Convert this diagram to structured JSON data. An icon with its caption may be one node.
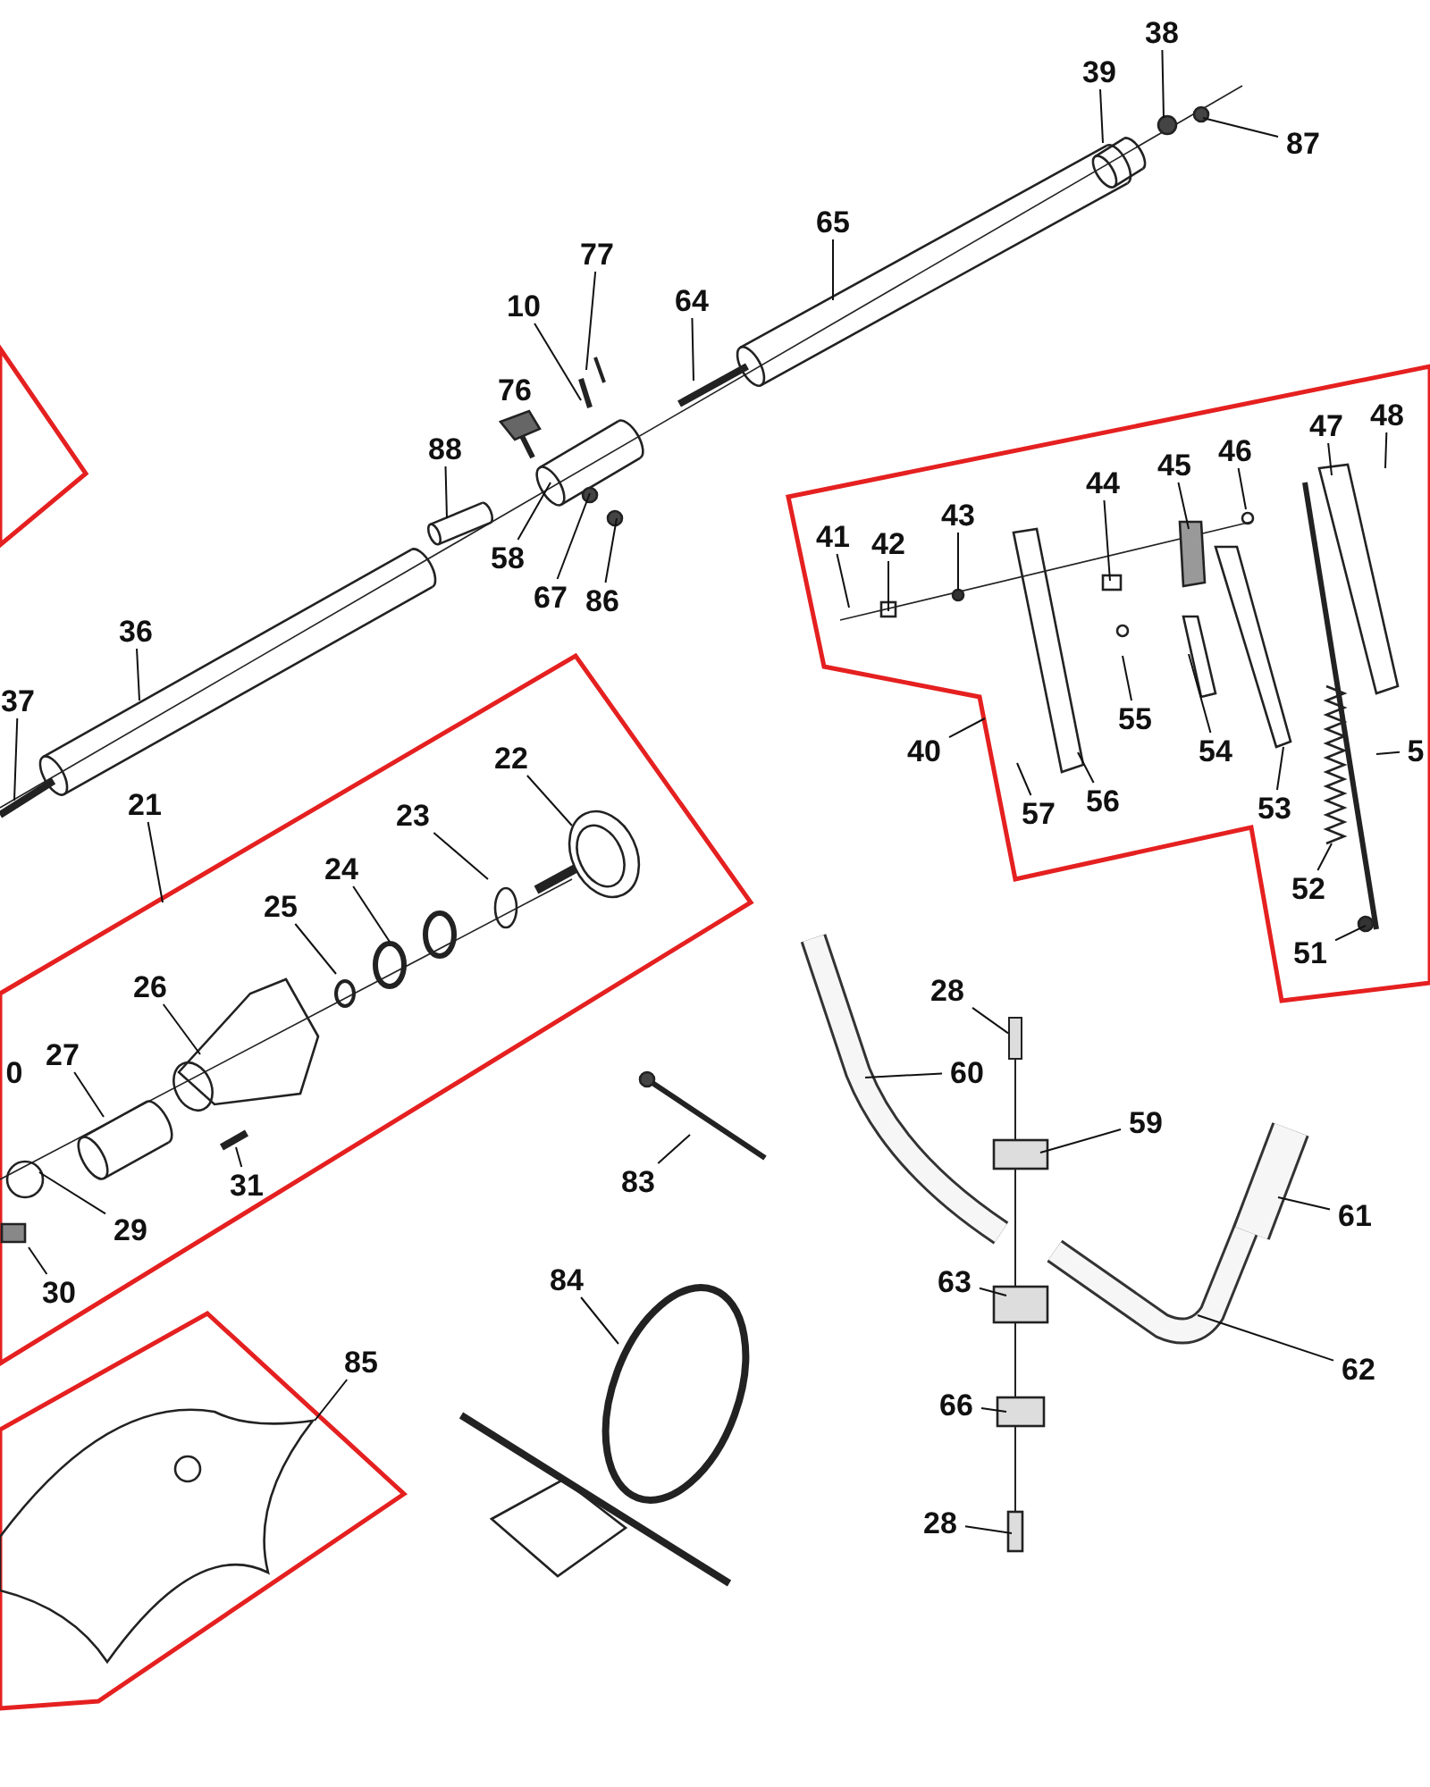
{
  "diagram": {
    "nodes": [
      {
        "text": [
          "77"
        ]
      },
      {
        "text": [
          "10"
        ]
      },
      {
        "text": [
          "64"
        ]
      },
      {
        "text": [
          "65"
        ]
      },
      {
        "text": [
          "39"
        ]
      },
      {
        "text": [
          "38"
        ]
      },
      {
        "text": [
          "87"
        ]
      },
      {
        "text": [
          "88"
        ]
      },
      {
        "text": [
          "58"
        ]
      },
      {
        "text": [
          "67"
        ]
      },
      {
        "text": [
          "86"
        ]
      },
      {
        "text": [
          "36"
        ]
      },
      {
        "text": [
          "37"
        ]
      },
      {
        "text": [
          "21"
        ]
      },
      {
        "text": [
          "22"
        ]
      },
      {
        "text": [
          "23"
        ]
      },
      {
        "text": [
          "24"
        ]
      },
      {
        "text": [
          "25"
        ]
      },
      {
        "text": [
          "26"
        ]
      },
      {
        "text": [
          "27"
        ]
      },
      {
        "text": [
          "29"
        ]
      },
      {
        "text": [
          "30"
        ]
      },
      {
        "text": [
          "31"
        ]
      },
      {
        "text": [
          "85"
        ]
      },
      {
        "text": [
          "83"
        ]
      },
      {
        "text": [
          "84"
        ]
      },
      {
        "text": [
          "41"
        ]
      },
      {
        "text": [
          "42"
        ]
      },
      {
        "text": [
          "43"
        ]
      },
      {
        "text": [
          "44"
        ]
      },
      {
        "text": [
          "45"
        ]
      },
      {
        "text": [
          "46"
        ]
      },
      {
        "text": [
          "47"
        ]
      },
      {
        "text": [
          "48"
        ]
      },
      {
        "text": [
          "40"
        ]
      },
      {
        "text": [
          "55"
        ]
      },
      {
        "text": [
          "54"
        ]
      },
      {
        "text": [
          "53"
        ]
      },
      {
        "text": [
          "56"
        ]
      },
      {
        "text": [
          "57"
        ]
      },
      {
        "text": [
          "52"
        ]
      },
      {
        "text": [
          "51"
        ]
      },
      {
        "text": [
          "5"
        ]
      },
      {
        "text": [
          "28"
        ]
      },
      {
        "text": [
          "60"
        ]
      },
      {
        "text": [
          "59"
        ]
      },
      {
        "text": [
          "61"
        ]
      },
      {
        "text": [
          "62"
        ]
      },
      {
        "text": [
          "63"
        ]
      },
      {
        "text": [
          "66"
        ]
      },
      {
        "text": [
          "28"
        ]
      },
      {
        "text": [],
        "shape": "bar"
      }
    ],
    "edges": [
      {
        "from": 0,
        "to": null,
        "arrow": "none"
      },
      {
        "from": 1,
        "to": null,
        "arrow": "none"
      },
      {
        "from": 2,
        "to": null,
        "arrow": "none"
      },
      {
        "from": 3,
        "to": null,
        "arrow": "none"
      },
      {
        "from": 4,
        "to": null,
        "arrow": "none"
      },
      {
        "from": 5,
        "to": null,
        "arrow": "none"
      },
      {
        "from": 6,
        "to": null,
        "arrow": "none"
      },
      {
        "from": 7,
        "to": null,
        "arrow": "none"
      },
      {
        "from": 8,
        "to": null,
        "arrow": "none"
      },
      {
        "from": 9,
        "to": null,
        "arrow": "none"
      },
      {
        "from": 10,
        "to": null,
        "arrow": "none"
      },
      {
        "from": 11,
        "to": null,
        "arrow": "none"
      },
      {
        "from": 12,
        "to": null,
        "arrow": "none"
      },
      {
        "from": 13,
        "to": null,
        "arrow": "none"
      },
      {
        "from": 14,
        "to": null,
        "arrow": "none"
      },
      {
        "from": 15,
        "to": null,
        "arrow": "none"
      },
      {
        "from": 16,
        "to": null,
        "arrow": "none"
      },
      {
        "from": 17,
        "to": null,
        "arrow": "none"
      },
      {
        "from": 18,
        "to": null,
        "arrow": "none"
      },
      {
        "from": 19,
        "to": null,
        "arrow": "none"
      },
      {
        "from": 20,
        "to": null,
        "arrow": "none"
      },
      {
        "from": 21,
        "to": null,
        "arrow": "none"
      },
      {
        "from": 22,
        "to": null,
        "arrow": "none"
      },
      {
        "from": 23,
        "to": null,
        "arrow": "none"
      },
      {
        "from": 24,
        "to": null,
        "arrow": "none"
      },
      {
        "from": 25,
        "to": null,
        "arrow": "none"
      },
      {
        "from": 26,
        "to": null,
        "arrow": "none"
      },
      {
        "from": 27,
        "to": null,
        "arrow": "none"
      },
      {
        "from": 28,
        "to": null,
        "arrow": "none"
      },
      {
        "from": 29,
        "to": null,
        "arrow": "none"
      },
      {
        "from": 30,
        "to": null,
        "arrow": "none"
      },
      {
        "from": 31,
        "to": null,
        "arrow": "none"
      },
      {
        "from": 32,
        "to": null,
        "arrow": "none"
      },
      {
        "from": 33,
        "to": null,
        "arrow": "none"
      },
      {
        "from": 34,
        "to": null,
        "arrow": "none"
      },
      {
        "from": 35,
        "to": null,
        "arrow": "none"
      },
      {
        "from": 36,
        "to": null,
        "arrow": "none"
      },
      {
        "from": 37,
        "to": null,
        "arrow": "none"
      },
      {
        "from": 38,
        "to": null,
        "arrow": "none"
      },
      {
        "from": 39,
        "to": null,
        "arrow": "none"
      },
      {
        "from": 40,
        "to": null,
        "arrow": "none"
      },
      {
        "from": 41,
        "to": null,
        "arrow": "none"
      },
      {
        "from": 42,
        "to": null,
        "arrow": "none"
      },
      {
        "from": 43,
        "to": 51,
        "arrow": "none"
      },
      {
        "from": 44,
        "to": null,
        "arrow": "none"
      },
      {
        "from": 45,
        "to": null,
        "arrow": "none"
      },
      {
        "from": 46,
        "to": null,
        "arrow": "none"
      },
      {
        "from": 47,
        "to": null,
        "arrow": "none"
      },
      {
        "from": 48,
        "to": null,
        "arrow": "none"
      },
      {
        "from": 49,
        "to": null,
        "arrow": "none"
      },
      {
        "from": 50,
        "to": null,
        "arrow": "none"
      }
    ],
    "labels": [
      "76",
      "0"
    ]
  }
}
